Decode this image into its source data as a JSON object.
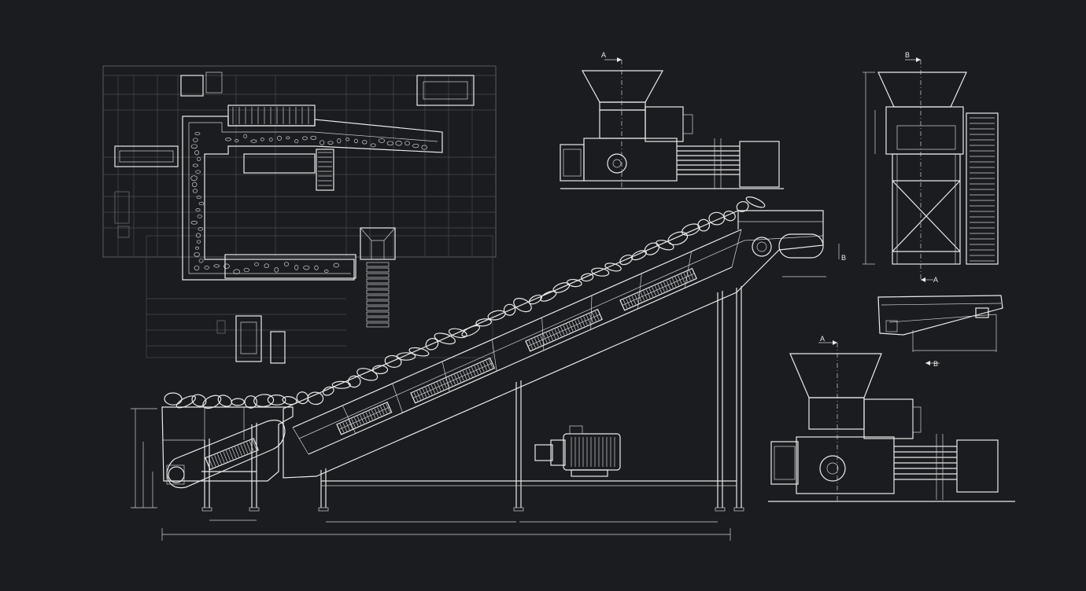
{
  "colors": {
    "background": "#1b1c1f",
    "line": "#e9e9ea",
    "faint": "#6a6b6f"
  },
  "labels": {
    "shredder_top_section": "A",
    "shredder_side_section": "B",
    "shredder_side_marker": "A",
    "conveyor_height_mark": "B",
    "small_conveyor_marker": "B",
    "shredder_bottom_section": "A"
  }
}
